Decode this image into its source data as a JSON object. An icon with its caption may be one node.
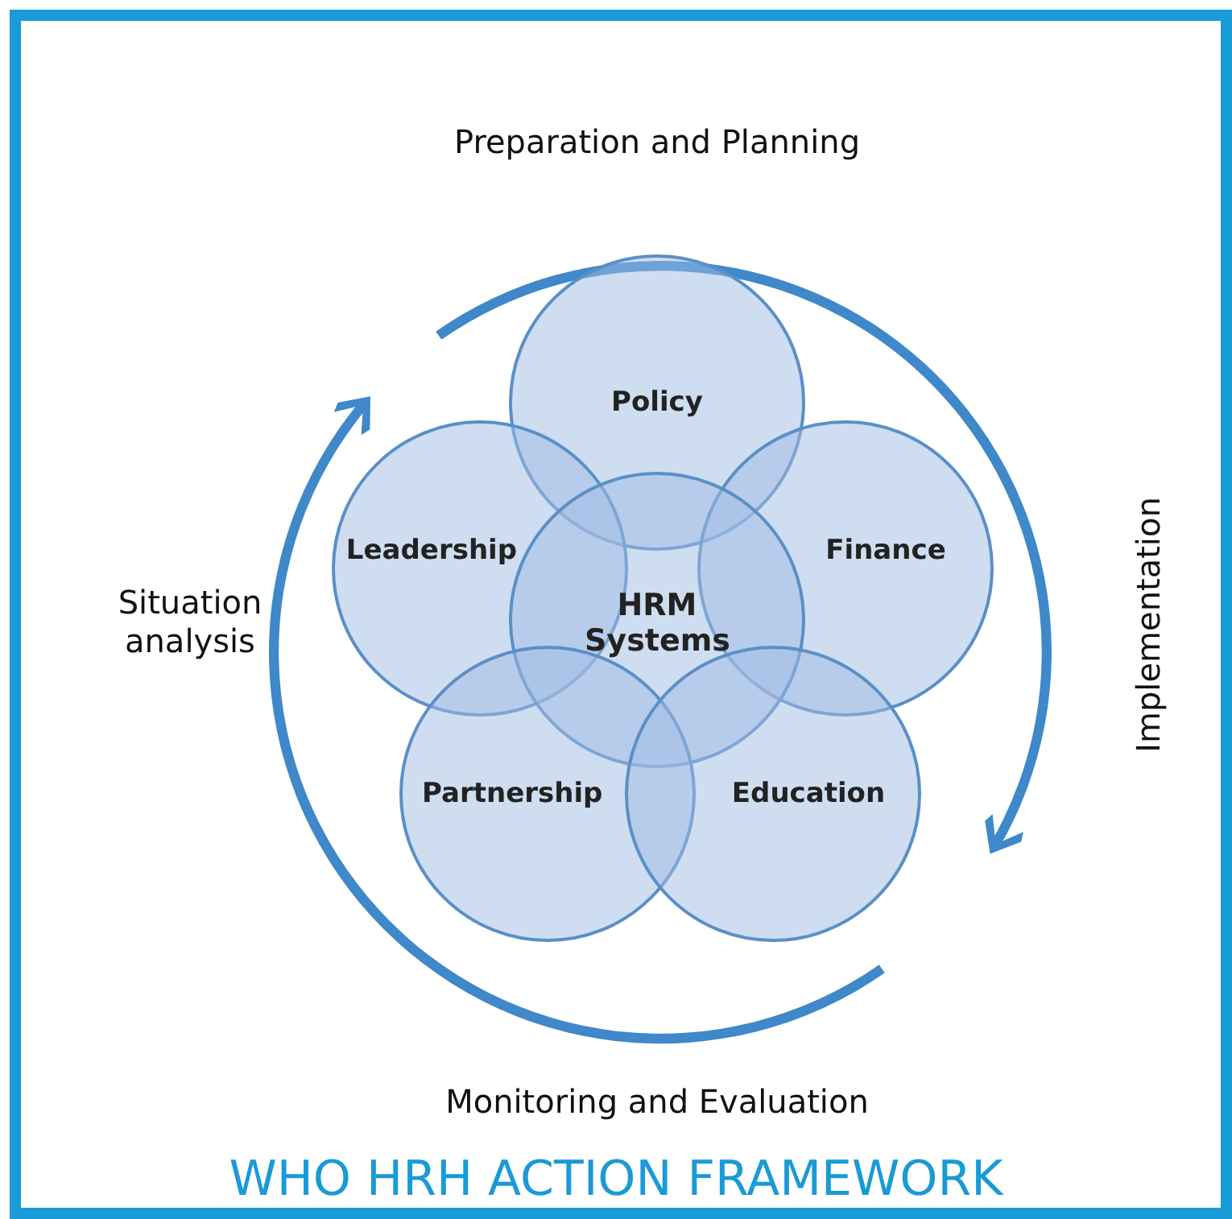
{
  "diagram": {
    "caption": "WHO HRH ACTION FRAMEWORK",
    "nodes": [
      {
        "text": [
          "Policy"
        ]
      },
      {
        "text": [
          "Leadership"
        ]
      },
      {
        "text": [
          "Finance"
        ]
      },
      {
        "text": [
          "HRM Systems"
        ]
      },
      {
        "text": [
          "Partnership"
        ]
      },
      {
        "text": [
          "Education"
        ]
      }
    ],
    "labels": [
      "Preparation and Planning",
      "Situation analysis",
      "Implementation",
      "Monitoring and Evaluation"
    ]
  }
}
